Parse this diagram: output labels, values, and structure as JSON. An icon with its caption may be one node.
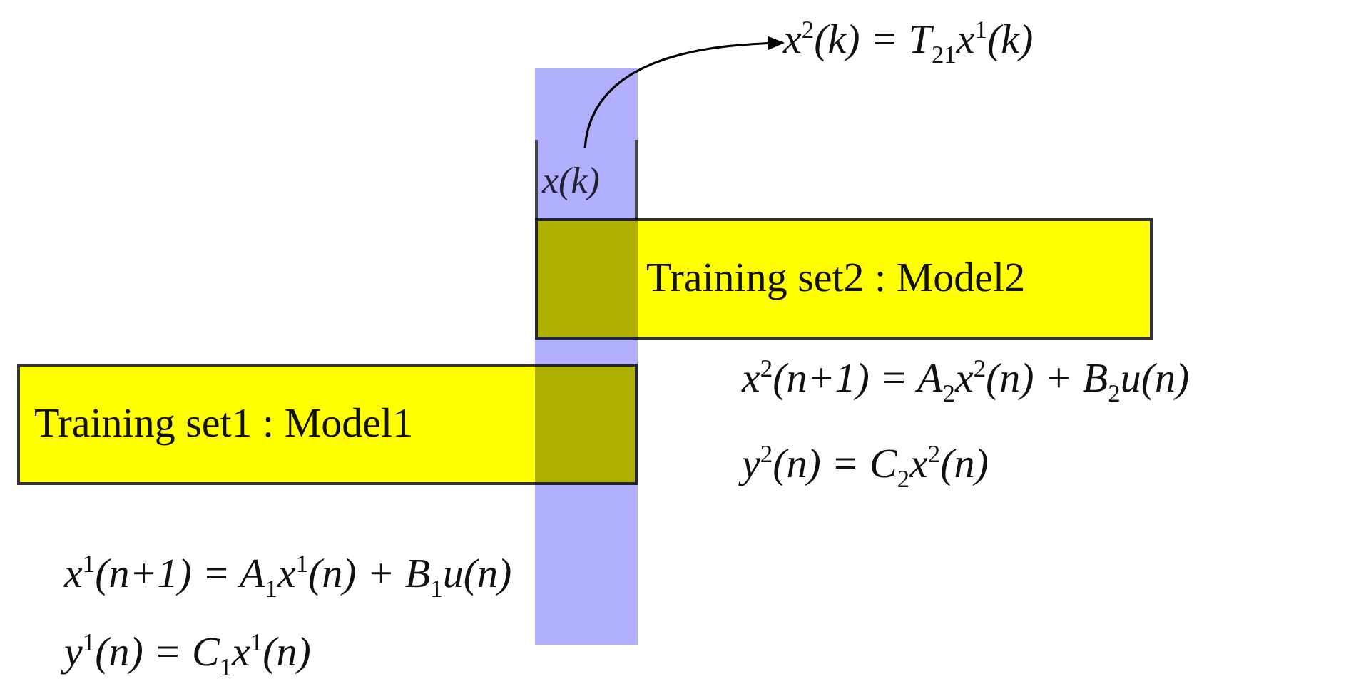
{
  "diagram": {
    "nodes": [
      {
        "text": [
          "x(k)"
        ]
      },
      {
        "text": [
          "Training set2 : Model2"
        ],
        "beside": [
          "x$^{2}$(n+1) = A$_{2}$x$^{2}$(n) + B$_{2}$u(n)",
          "y$^{2}$(n) = C$_{2}$x$^{2}$(n)"
        ]
      },
      {
        "text": [
          "Training set1 : Model1"
        ],
        "beside": [
          "x$^{1}$(n+1) = A$_{1}$x$^{1}$(n) + B$_{1}$u(n)",
          "y$^{1}$(n) = C$_{1}$x$^{1}$(n)"
        ]
      },
      {
        "text": [
          "x$^{2}$(k) = T$_{21}$x$^{1}$(k)"
        ]
      }
    ],
    "edges": [
      {
        "from": 0,
        "to": 3,
        "arrow": "to"
      }
    ]
  }
}
